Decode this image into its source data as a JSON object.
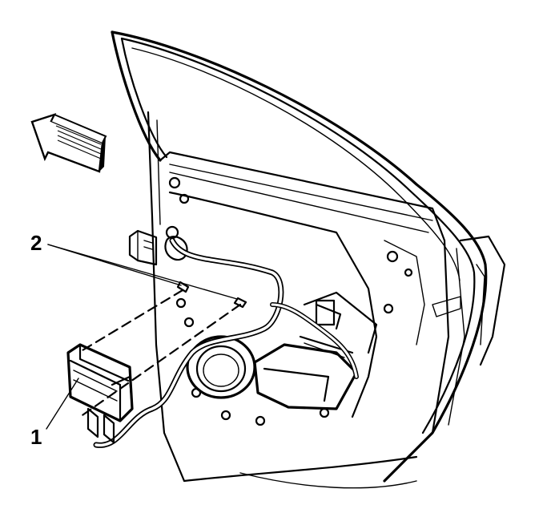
{
  "callouts": [
    {
      "id": "1",
      "label": "1"
    },
    {
      "id": "2",
      "label": "2"
    }
  ],
  "colors": {
    "ink": "#000000",
    "paper": "#ffffff"
  },
  "icons": {
    "direction_arrow": "forward-arrow-icon"
  }
}
